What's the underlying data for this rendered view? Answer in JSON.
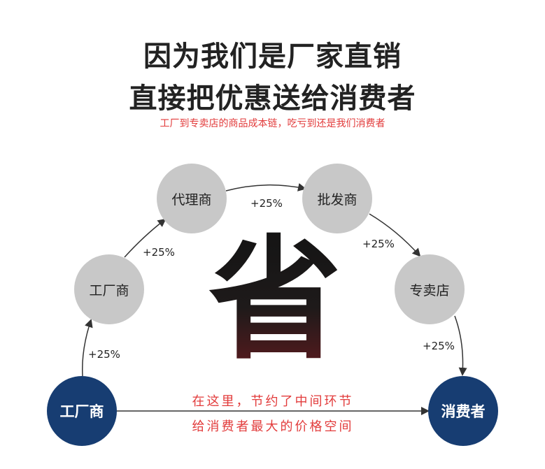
{
  "headline": {
    "line1": "因为我们是厂家直销",
    "line2": "直接把优惠送给消费者"
  },
  "subline": "工厂到专卖店的商品成本链，吃亏到还是我们消费者",
  "nodes": {
    "factory_start": "工厂商",
    "factory": "工厂商",
    "agent": "代理商",
    "wholesaler": "批发商",
    "store": "专卖店",
    "consumer": "消费者"
  },
  "markups": {
    "m1": "+25%",
    "m2": "+25%",
    "m3": "+25%",
    "m4": "+25%",
    "m5": "+25%"
  },
  "center_char": "省",
  "bottom_note": {
    "line1": "在这里，节约了中间环节",
    "line2": "给消费者最大的价格空间"
  },
  "colors": {
    "accent_red": "#e23b3b",
    "node_gray": "#c8c8c8",
    "node_blue": "#173d72",
    "arrow": "#333333"
  }
}
